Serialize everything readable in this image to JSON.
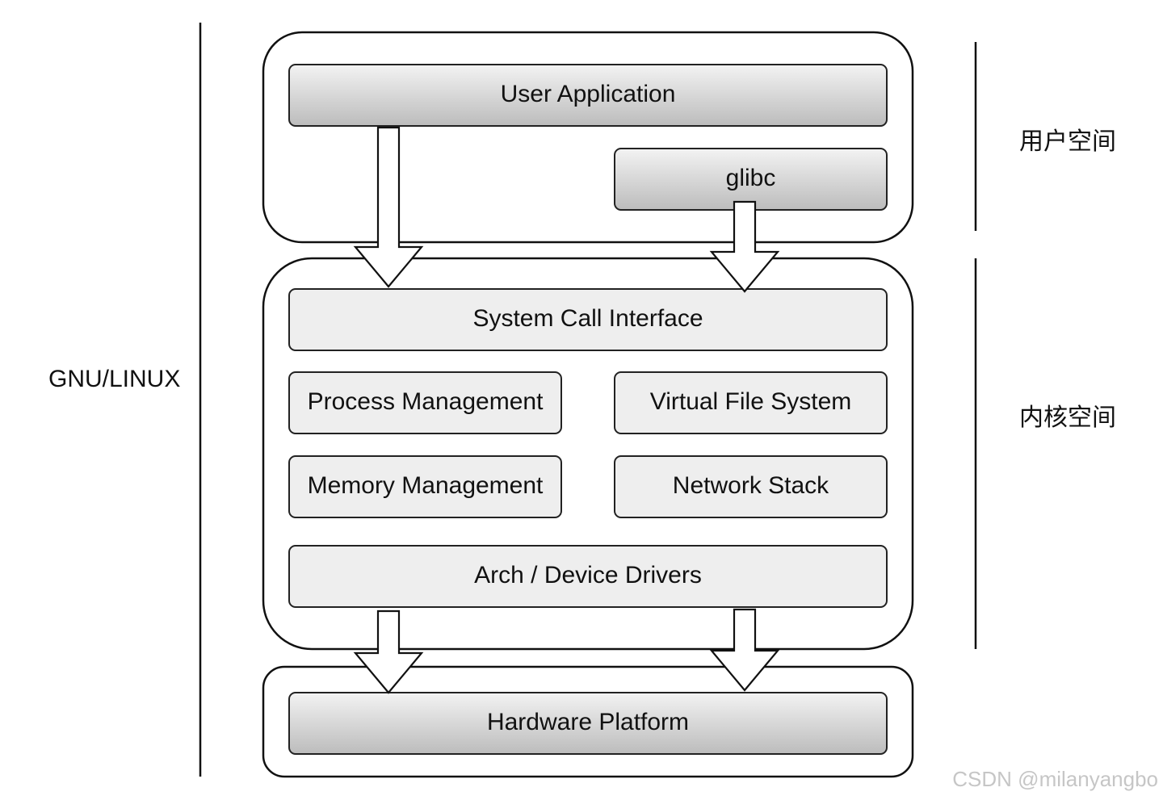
{
  "side_labels": {
    "left": "GNU/LINUX",
    "user_space": "用户空间",
    "kernel_space": "内核空间"
  },
  "layers": {
    "user": {
      "user_application": "User Application",
      "glibc": "glibc"
    },
    "kernel": {
      "system_call_interface": "System Call Interface",
      "process_management": "Process Management",
      "virtual_file_system": "Virtual File System",
      "memory_management": "Memory Management",
      "network_stack": "Network Stack",
      "arch_device_drivers": "Arch / Device Drivers"
    },
    "hardware": {
      "hardware_platform": "Hardware Platform"
    }
  },
  "colors": {
    "box_gradient_top": "#f2f2f2",
    "box_gradient_bottom": "#bdbdbd",
    "box_flat": "#eeeeee",
    "stroke": "#222222",
    "container_shadow": "#d0d0d0"
  },
  "watermark": "CSDN @milanyangbo"
}
